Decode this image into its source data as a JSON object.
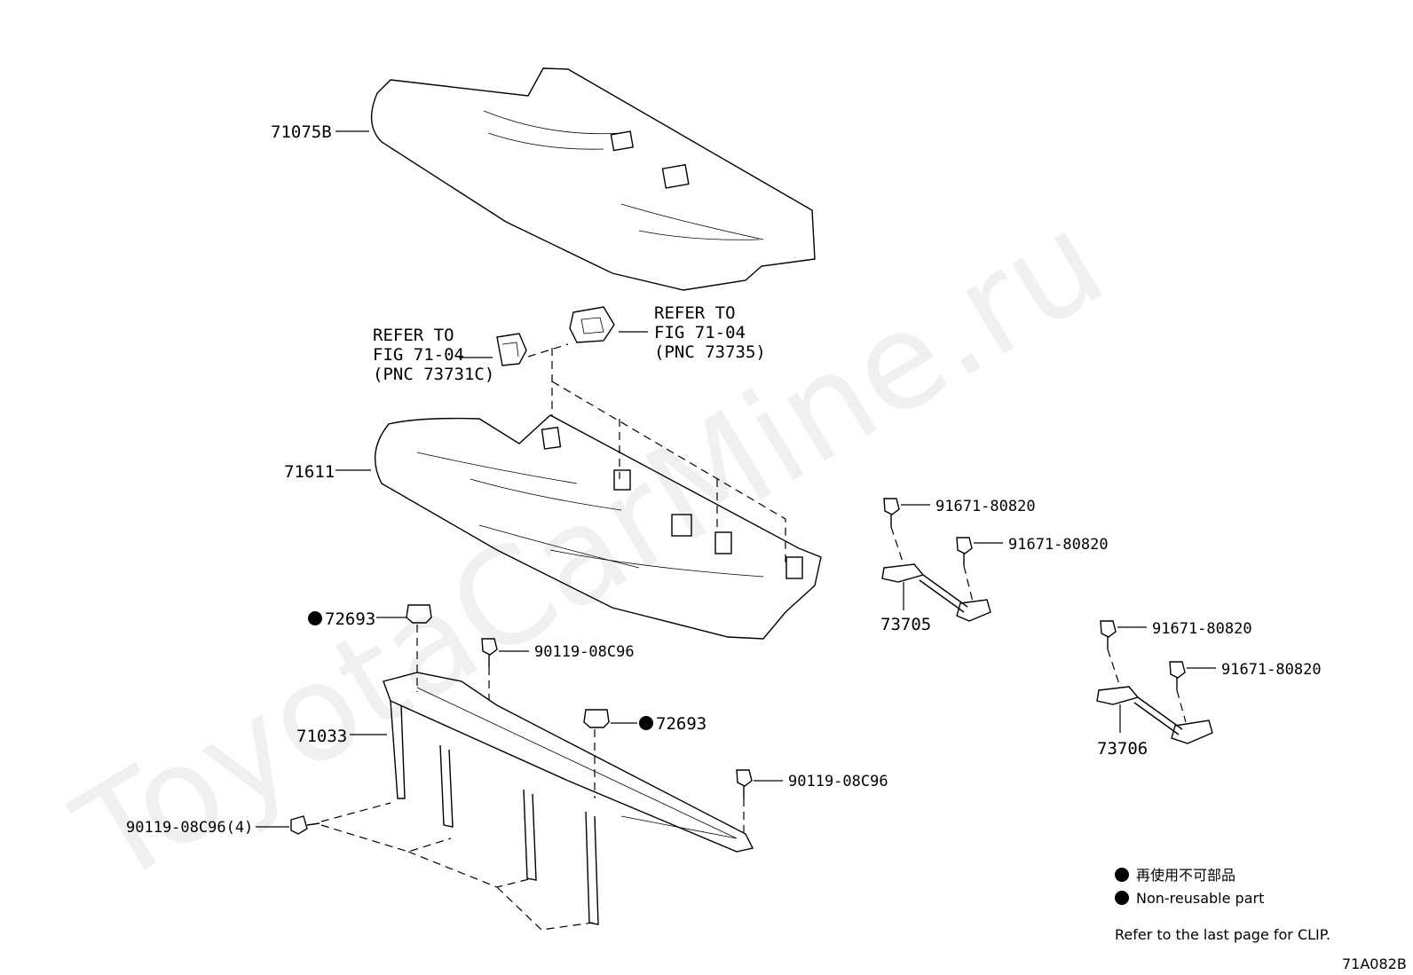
{
  "watermark": "ToyotaCarMine.ru",
  "parts": {
    "cover": "71075B",
    "cushion_pad": "71611",
    "frame": "71033",
    "clip_1": "72693",
    "clip_2": "72693",
    "bolt_frame_top": "90119-08C96",
    "bolt_frame_right": "90119-08C96",
    "bolt_frame_left": "90119-08C96(4)",
    "lock_1": "73705",
    "lock_2": "73706",
    "bolt_lock1_a": "91671-80820",
    "bolt_lock1_b": "91671-80820",
    "bolt_lock2_a": "91671-80820",
    "bolt_lock2_b": "91671-80820"
  },
  "references": {
    "left": [
      "REFER TO",
      "FIG 71-04",
      "(PNC 73731C)"
    ],
    "right": [
      "REFER TO",
      "FIG 71-04",
      "(PNC 73735)"
    ]
  },
  "legend": {
    "line1": "再使用不可部品",
    "line2": "Non-reusable part",
    "clip_note": "Refer to the last page for CLIP."
  },
  "figure_code": "71A082B"
}
